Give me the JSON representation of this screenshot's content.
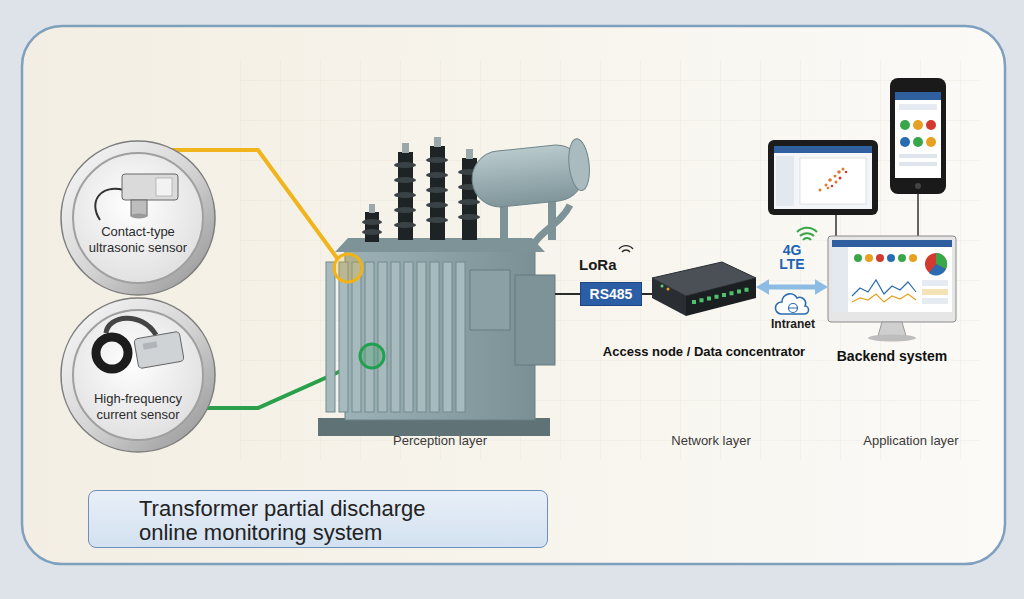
{
  "diagram": {
    "title": "Transformer partial discharge online monitoring system",
    "nodes": [
      {
        "text": [
          "Contact-type ultrasonic sensor"
        ]
      },
      {
        "text": [
          "High-frequency current sensor"
        ]
      },
      {
        "text": [
          "LoRa",
          "RS485"
        ]
      },
      {
        "text": [
          "Access node / Data concentrator"
        ]
      },
      {
        "text": [
          "Backend system"
        ]
      }
    ],
    "edges": [
      {
        "from": 2,
        "to": 3,
        "arrow": "none"
      },
      {
        "from": 3,
        "to": 4,
        "label": "4G LTE",
        "arrow": "both"
      }
    ],
    "labels": [
      "Perception layer",
      "Network layer",
      "Application layer",
      "Intranet"
    ]
  }
}
